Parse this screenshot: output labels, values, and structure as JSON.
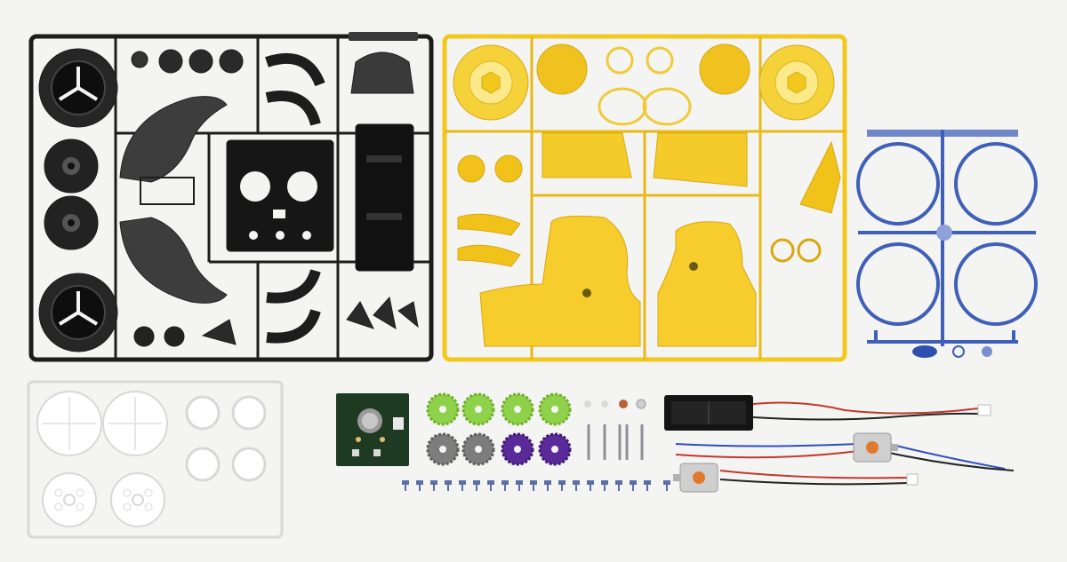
{
  "image": {
    "subject": "robot-kit-parts-layout",
    "background_color": "#f4f4f3"
  },
  "sprues": {
    "black": {
      "color": "#1d1d1d",
      "embossed_text": ""
    },
    "yellow": {
      "color": "#f3c81e",
      "embossed_text": ""
    },
    "blue": {
      "color": "#3f5fb8"
    },
    "white": {
      "color": "#ffffff",
      "embossed_text": ""
    }
  },
  "components": {
    "circuit_board": {
      "color": "#1f3a22"
    },
    "gears": {
      "colors": [
        "#8fd14a",
        "#8fd14a",
        "#8fd14a",
        "#8fd14a",
        "#7d7d7d",
        "#7d7d7d",
        "#5b2a9a",
        "#5b2a9a"
      ]
    },
    "battery_box": {
      "color": "#111111"
    },
    "motors": {
      "count": 2,
      "shell_color": "#cfcfcf",
      "cap_color": "#e07a2a"
    },
    "wires": {
      "colors": [
        "#c0392b",
        "#2f4fbf",
        "#222222"
      ]
    },
    "screws": {
      "count": 19
    },
    "axles": {
      "count": 5
    }
  }
}
